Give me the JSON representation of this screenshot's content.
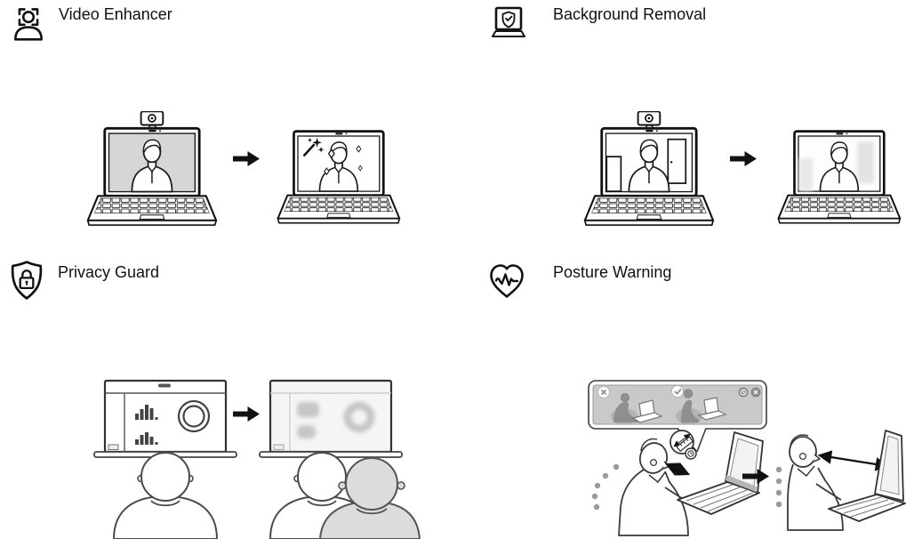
{
  "features": [
    {
      "label": "Video Enhancer",
      "icon": "face-scan-icon"
    },
    {
      "label": "Background Removal",
      "icon": "laptop-shield-icon"
    },
    {
      "label": "Privacy Guard",
      "icon": "shield-lock-icon"
    },
    {
      "label": "Posture Warning",
      "icon": "heart-pulse-icon"
    }
  ],
  "icons": {
    "face_scan": "face-scan-icon",
    "laptop_shield": "laptop-shield-icon",
    "shield_lock": "shield-lock-icon",
    "heart_pulse": "heart-pulse-icon",
    "webcam": "webcam-icon",
    "before_after_arrow": "right-arrow-icon",
    "magic_wand": "magic-wand-icon",
    "sparkle": "sparkle-icon",
    "dismiss": "close-icon",
    "snooze": "clock-icon",
    "bad_posture": "x-mark-icon",
    "good_posture": "check-mark-icon",
    "distance_measure": "distance-ruler-icon"
  },
  "colors": {
    "outline": "#111111",
    "screen_gray": "#d6d6d6",
    "blur_gray": "#c9c9c9",
    "person_fill_gray": "#dcdcdc",
    "dot_gray": "#9a9a9a",
    "banner_inner_gray": "#c9c9c9",
    "silhouette_gray": "#8f8f8f"
  }
}
